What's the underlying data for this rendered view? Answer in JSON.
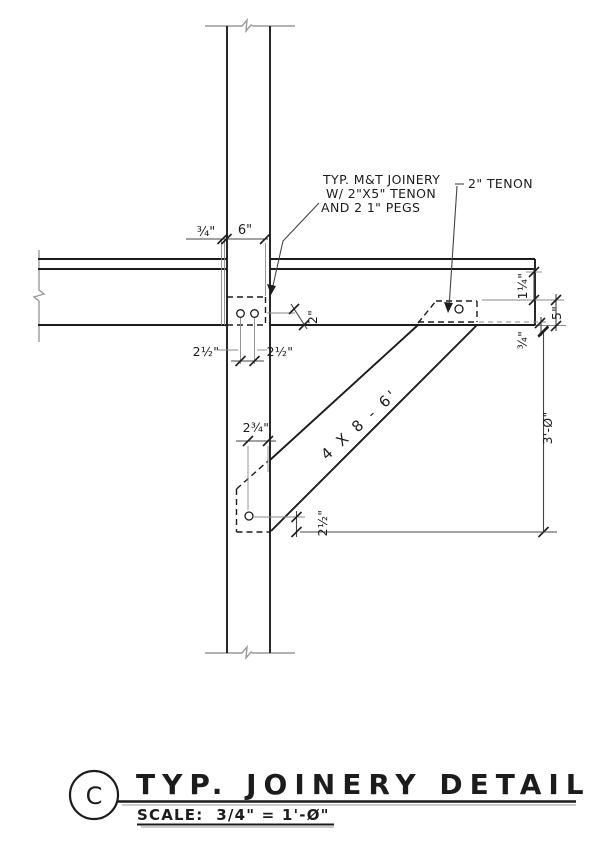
{
  "drawing": {
    "callouts": {
      "joinery_note_line1": "TYP. M&T JOINERY",
      "joinery_note_line2": "W/ 2\"X5\" TENON",
      "joinery_note_line3": "AND 2 1\" PEGS",
      "tenon_label": "2\" TENON",
      "brace_label": "4 X 8 - 6'"
    },
    "dimensions": {
      "housing_offset": "¾\"",
      "tenon_length": "6\"",
      "tenon_thickness": "2\"",
      "peg_spacing_left": "2½\"",
      "peg_spacing_right": "2½\"",
      "top_relish": "1¼\"",
      "tenon_height": "5\"",
      "bottom_relish": "¾\"",
      "brace_drop": "3'-Ø\"",
      "lower_peg_offset": "2¾\"",
      "lower_peg_edge": "2½\""
    },
    "titleblock": {
      "detail_letter": "C",
      "title": "TYP. JOINERY DETAIL",
      "scale": "SCALE:  3/4\" = 1'-Ø\""
    },
    "colors": {
      "line": "#1c1c1c",
      "break_line": "#9a9a9a",
      "background": "#ffffff"
    }
  }
}
